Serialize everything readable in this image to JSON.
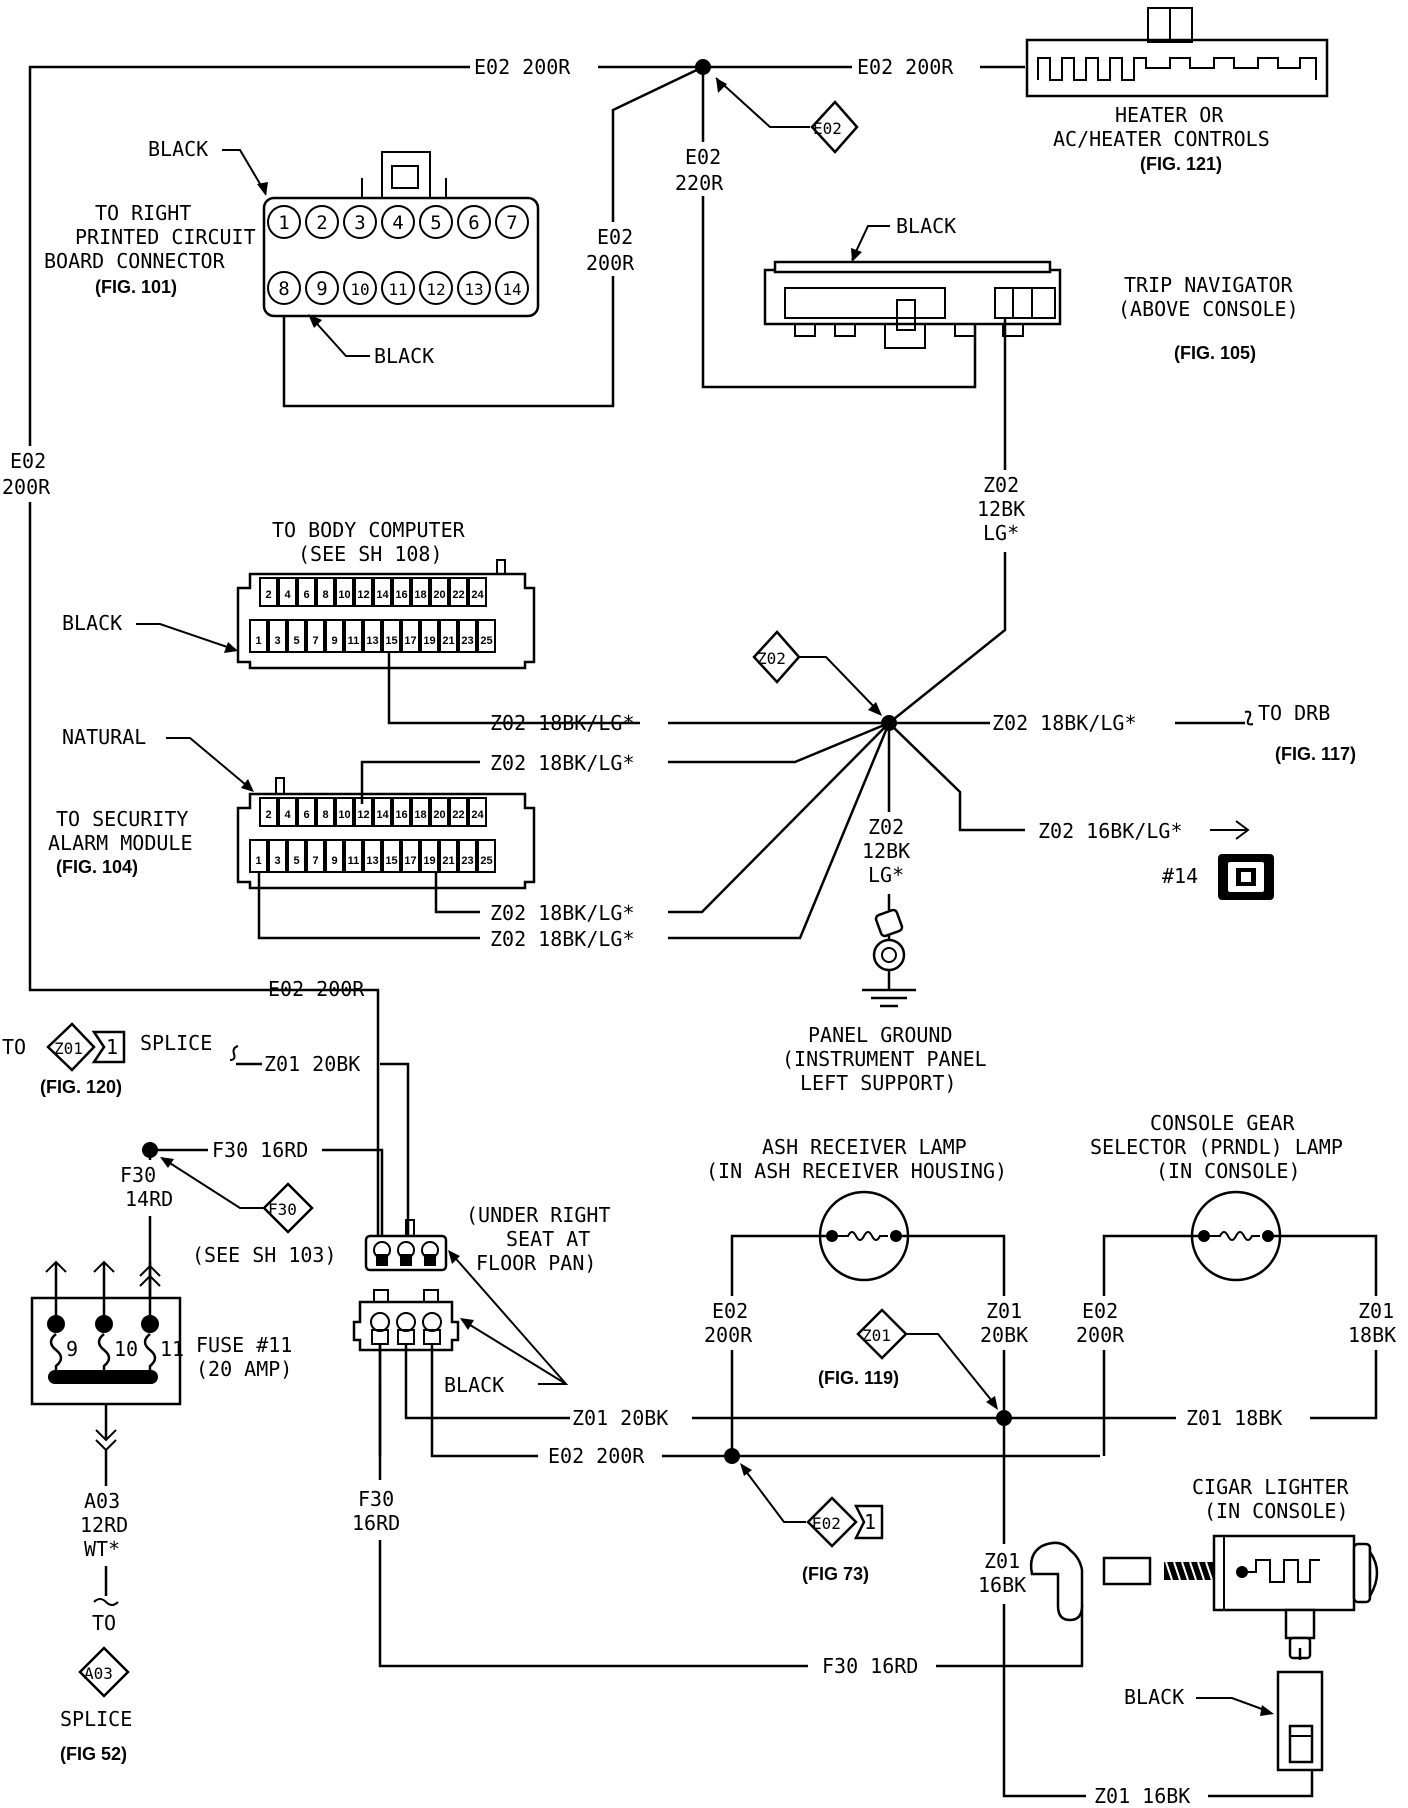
{
  "wires": {
    "top_left": "E02 200R",
    "top_right": "E02 200R",
    "top_drop": [
      "E02",
      "220R"
    ],
    "pcb_feed": [
      "E02",
      "200R"
    ],
    "left_vertical": [
      "E02",
      "200R"
    ],
    "mid_e02": "E02 200R",
    "nav_z02": [
      "Z02",
      "12BK",
      "LG*"
    ],
    "body_z02": "Z02 18BK/LG*",
    "sec_z02_top": "Z02 18BK/LG*",
    "sec_z02_a": "Z02 18BK/LG*",
    "sec_z02_b": "Z02 18BK/LG*",
    "drb_z02": "Z02 18BK/LG*",
    "conn14_z02": "Z02 16BK/LG*",
    "ground_z02": [
      "Z02",
      "12BK",
      "LG*"
    ],
    "z01_20bk_top": "Z01 20BK",
    "f30_16rd_top": "F30 16RD",
    "f30_14rd": [
      "F30",
      "14RD"
    ],
    "a03": [
      "A03",
      "12RD",
      "WT*"
    ],
    "ash_e02": [
      "E02",
      "200R"
    ],
    "ash_z01": [
      "Z01",
      "20BK"
    ],
    "prndl_e02": [
      "E02",
      "200R"
    ],
    "prndl_z01": [
      "Z01",
      "18BK"
    ],
    "z01_20bk_bus": "Z01 20BK",
    "z01_18bk_bus": "Z01 18BK",
    "e02_200r_bus": "E02 200R",
    "f30_16rd_vert": [
      "F30",
      "16RD"
    ],
    "z01_16bk_vert": [
      "Z01",
      "16BK"
    ],
    "f30_16rd_bottom": "F30 16RD",
    "z01_16bk_bottom": "Z01 16BK"
  },
  "components": {
    "heater": {
      "title": [
        "HEATER OR",
        "AC/HEATER CONTROLS"
      ],
      "fig": "(FIG. 121)"
    },
    "pcb": {
      "title": [
        "TO RIGHT",
        "PRINTED CIRCUIT",
        "BOARD CONNECTOR"
      ],
      "fig": "(FIG. 101)",
      "color_top": "BLACK",
      "color_bottom": "BLACK",
      "pins_top": [
        "1",
        "2",
        "3",
        "4",
        "5",
        "6",
        "7"
      ],
      "pins_bottom": [
        "8",
        "9",
        "10",
        "11",
        "12",
        "13",
        "14"
      ]
    },
    "trip_nav": {
      "title": [
        "TRIP NAVIGATOR",
        "(ABOVE CONSOLE)"
      ],
      "fig": "(FIG. 105)",
      "color": "BLACK"
    },
    "body_computer": {
      "title": [
        "TO BODY COMPUTER",
        "(SEE SH 108)"
      ],
      "color": "BLACK",
      "pins_top": [
        "2",
        "4",
        "6",
        "8",
        "10",
        "12",
        "14",
        "16",
        "18",
        "20",
        "22",
        "24"
      ],
      "pins_bottom": [
        "1",
        "3",
        "5",
        "7",
        "9",
        "11",
        "13",
        "15",
        "17",
        "19",
        "21",
        "23",
        "25"
      ]
    },
    "security": {
      "title": [
        "TO SECURITY",
        "ALARM MODULE"
      ],
      "fig": "(FIG. 104)",
      "color": "NATURAL",
      "pins_top": [
        "2",
        "4",
        "6",
        "8",
        "10",
        "12",
        "14",
        "16",
        "18",
        "20",
        "22",
        "24"
      ],
      "pins_bottom": [
        "1",
        "3",
        "5",
        "7",
        "9",
        "11",
        "13",
        "15",
        "17",
        "19",
        "21",
        "23",
        "25"
      ]
    },
    "drb": {
      "label": "TO DRB",
      "fig": "(FIG. 117)"
    },
    "conn14": {
      "label": "#14"
    },
    "ground": {
      "title": [
        "PANEL GROUND",
        "(INSTRUMENT PANEL",
        "LEFT SUPPORT)"
      ]
    },
    "splice_z01": {
      "prefix": "TO",
      "code": "Z01",
      "num": "1",
      "suffix": "SPLICE",
      "fig": "(FIG. 120)"
    },
    "f30_ref": {
      "code": "F30",
      "note": "(SEE SH 103)"
    },
    "fuse": {
      "title": [
        "FUSE #11",
        "(20 AMP)"
      ],
      "pins": [
        "9",
        "10",
        "11"
      ]
    },
    "a03_splice": {
      "to": "TO",
      "code": "A03",
      "label": "SPLICE",
      "fig": "(FIG 52)"
    },
    "seat_conn": {
      "title": [
        "(UNDER RIGHT",
        "SEAT AT",
        "FLOOR PAN)"
      ],
      "color": "BLACK"
    },
    "ash_lamp": {
      "title": [
        "ASH RECEIVER LAMP",
        "(IN ASH RECEIVER HOUSING)"
      ]
    },
    "prndl_lamp": {
      "title": [
        "CONSOLE GEAR",
        "SELECTOR (PRNDL) LAMP",
        "(IN CONSOLE)"
      ]
    },
    "cigar": {
      "title": [
        "CIGAR LIGHTER",
        "(IN CONSOLE)"
      ],
      "color": "BLACK"
    },
    "splice_e02_top": {
      "code": "E02"
    },
    "splice_z02": {
      "code": "Z02"
    },
    "splice_z01_119": {
      "code": "Z01",
      "fig": "(FIG. 119)"
    },
    "splice_e02_73": {
      "code": "E02",
      "num": "1",
      "fig": "(FIG 73)"
    }
  }
}
